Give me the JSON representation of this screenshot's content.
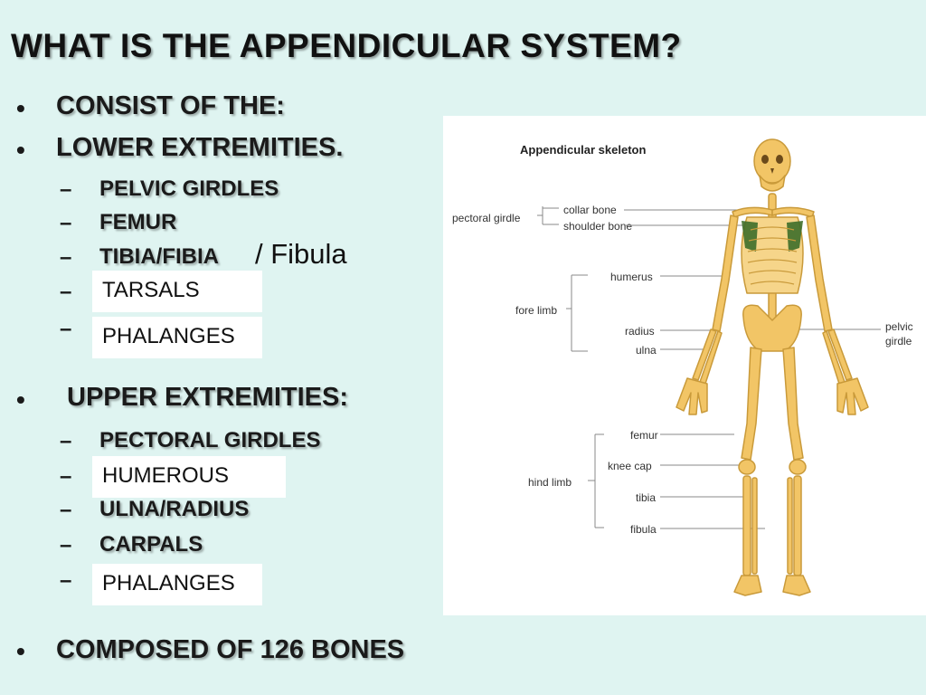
{
  "title": "WHAT IS THE APPENDICULAR SYSTEM?",
  "bullets": {
    "consist": "CONSIST OF THE:",
    "lower": "LOWER EXTREMITIES.",
    "upper": "UPPER EXTREMITIES:",
    "composed": "COMPOSED OF 126 BONES"
  },
  "bullet_symbol": "•",
  "dash_symbol": "–",
  "lower_items": [
    "PELVIC GIRDLES",
    "FEMUR",
    "TIBIA/FIBIA"
  ],
  "lower_added": {
    "fibula": "/ Fibula",
    "tarsals": "TARSALS",
    "phalanges": "PHALANGES"
  },
  "upper_items": {
    "pectoral": "PECTORAL GIRDLES",
    "humerous": "HUMEROUS",
    "ulna_radius": "ULNA/RADIUS",
    "carpals": "CARPALS",
    "phalanges": "PHALANGES"
  },
  "diagram": {
    "title": "Appendicular skeleton",
    "labels": {
      "pectoral_girdle": "pectoral girdle",
      "collar_bone": "collar bone",
      "shoulder_bone": "shoulder bone",
      "fore_limb": "fore limb",
      "humerus": "humerus",
      "radius": "radius",
      "ulna": "ulna",
      "pelvic": "pelvic",
      "girdle": "girdle",
      "hind_limb": "hind limb",
      "femur": "femur",
      "knee_cap": "knee cap",
      "tibia": "tibia",
      "fibula": "fibula"
    },
    "colors": {
      "bone": "#f2c566",
      "bone_stroke": "#c99a3a",
      "highlight": "#3f6e2a"
    }
  }
}
